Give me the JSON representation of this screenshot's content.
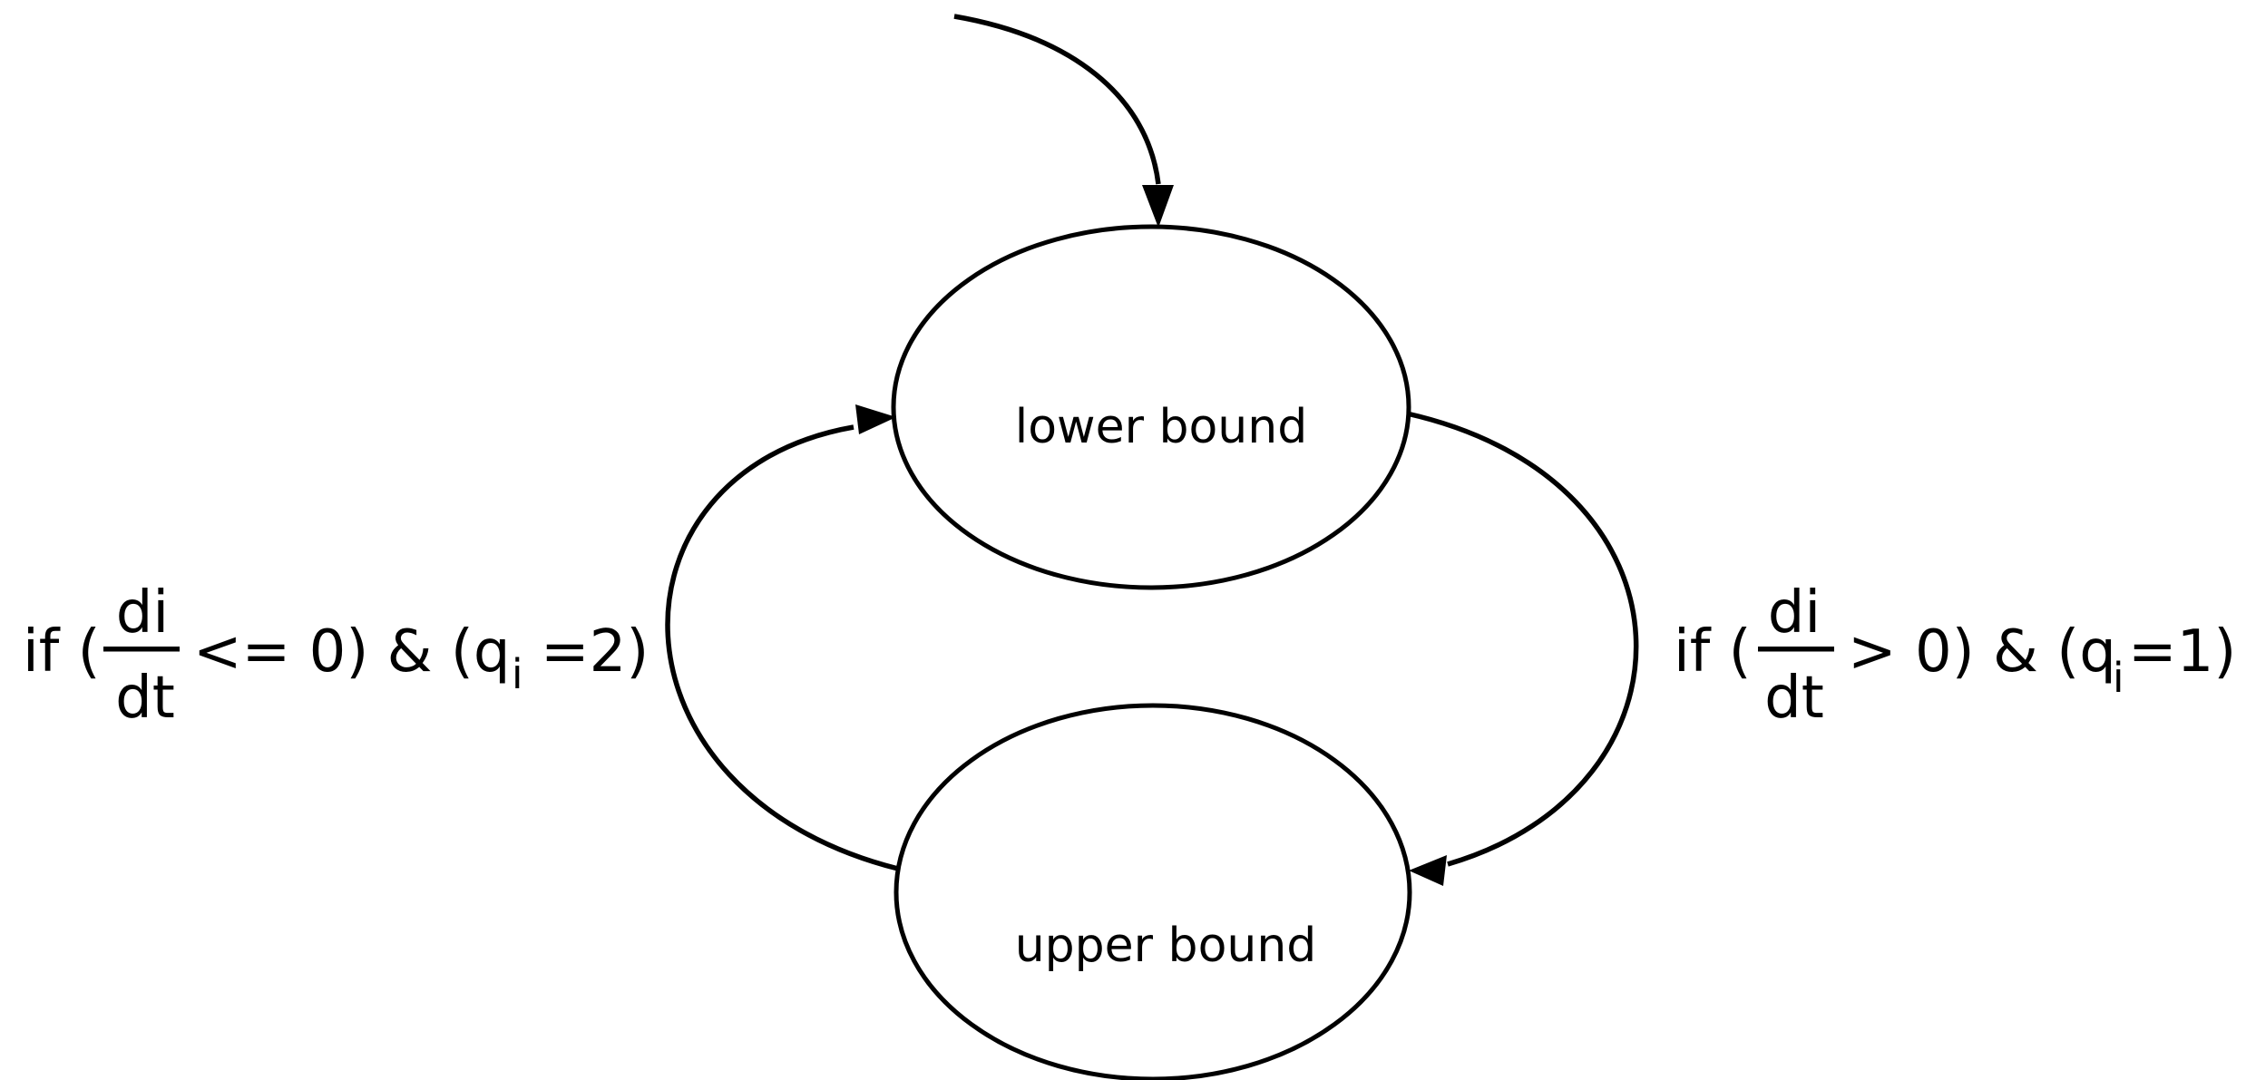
{
  "diagram": {
    "type": "state-machine",
    "background_color": "#ffffff",
    "line_color": "#000000",
    "states": [
      {
        "label": "lower bound"
      },
      {
        "label": "upper bound"
      }
    ],
    "initial_arrow": {
      "target": "lower bound"
    },
    "transitions": [
      {
        "from": "upper bound",
        "to": "lower bound",
        "side": "left",
        "condition_text": "if ( di/dt <= 0) & (q_i =2)",
        "parts": {
          "prefix": "if (",
          "numerator": "di",
          "denominator": "dt",
          "middle": "<= 0) & (q",
          "subscript": "i",
          "suffix": "=2)"
        }
      },
      {
        "from": "lower bound",
        "to": "upper bound",
        "side": "right",
        "condition_text": "if ( di/dt > 0) & (q_i=1)",
        "parts": {
          "prefix": "if (",
          "numerator": "di",
          "denominator": "dt",
          "middle": "> 0) & (q",
          "subscript": "i",
          "suffix": "=1)"
        }
      }
    ]
  }
}
